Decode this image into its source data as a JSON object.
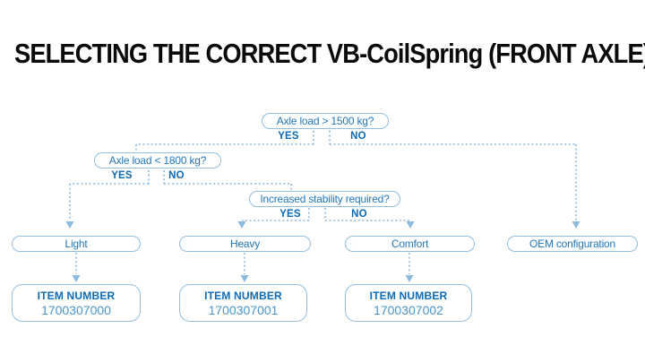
{
  "title": "SELECTING THE CORRECT VB-CoilSpring (FRONT AXLE)",
  "colors": {
    "box_border_blue": "#93bede",
    "connector_blue": "#8cb9de",
    "text_blue": "#2277bc",
    "bold_blue": "#0d6ab5",
    "item_number_blue": "#4a95cd",
    "title_color": "#0a0a0a",
    "background": "#ffffff"
  },
  "flowchart": {
    "decisions": [
      {
        "question": "Axle load > 1500 kg?",
        "yes_label": "YES",
        "no_label": "NO"
      },
      {
        "question": "Axle load < 1800 kg?",
        "yes_label": "YES",
        "no_label": "NO"
      },
      {
        "question": "Increased stability required?",
        "yes_label": "YES",
        "no_label": "NO"
      }
    ],
    "outcomes": [
      {
        "label": "Light",
        "item_number_heading": "ITEM NUMBER",
        "item_number": "1700307000"
      },
      {
        "label": "Heavy",
        "item_number_heading": "ITEM NUMBER",
        "item_number": "1700307001"
      },
      {
        "label": "Comfort",
        "item_number_heading": "ITEM NUMBER",
        "item_number": "1700307002"
      },
      {
        "label": "OEM configuration"
      }
    ]
  }
}
